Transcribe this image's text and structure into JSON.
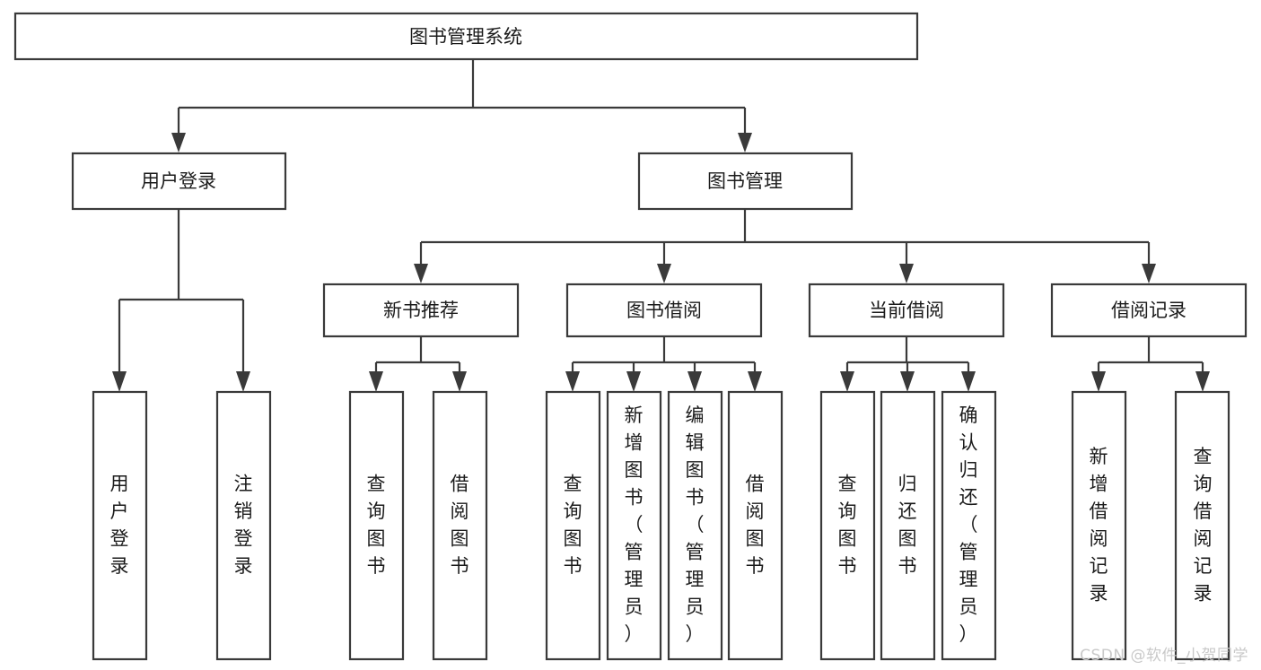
{
  "diagram": {
    "type": "tree-hierarchy-chart",
    "title": "图书管理系统",
    "watermark": "CSDN @软件_小贺同学",
    "colors": {
      "stroke": "#3a3a3a",
      "fill": "#ffffff",
      "text": "#1b1b1b",
      "watermark": "#c9c9c9",
      "background": "#ffffff"
    },
    "levels": [
      {
        "level": 1,
        "nodes": [
          {
            "id": "root",
            "label": "图书管理系统",
            "orientation": "horizontal"
          }
        ]
      },
      {
        "level": 2,
        "nodes": [
          {
            "id": "user-login",
            "label": "用户登录",
            "orientation": "horizontal",
            "parent": "root"
          },
          {
            "id": "book-manage",
            "label": "图书管理",
            "orientation": "horizontal",
            "parent": "root"
          }
        ]
      },
      {
        "level": 3,
        "nodes": [
          {
            "id": "new-book-rec",
            "label": "新书推荐",
            "orientation": "horizontal",
            "parent": "book-manage"
          },
          {
            "id": "book-borrow",
            "label": "图书借阅",
            "orientation": "horizontal",
            "parent": "book-manage"
          },
          {
            "id": "current-borrow",
            "label": "当前借阅",
            "orientation": "horizontal",
            "parent": "book-manage"
          },
          {
            "id": "borrow-record",
            "label": "借阅记录",
            "orientation": "horizontal",
            "parent": "book-manage"
          }
        ]
      },
      {
        "level": 4,
        "nodes": [
          {
            "id": "leaf-user-login",
            "label": "用户登录",
            "orientation": "vertical",
            "parent": "user-login"
          },
          {
            "id": "leaf-logout-login",
            "label": "注销登录",
            "orientation": "vertical",
            "parent": "user-login"
          },
          {
            "id": "leaf-query-book-1",
            "label": "查询图书",
            "orientation": "vertical",
            "parent": "new-book-rec"
          },
          {
            "id": "leaf-borrow-book-1",
            "label": "借阅图书",
            "orientation": "vertical",
            "parent": "new-book-rec"
          },
          {
            "id": "leaf-query-book-2",
            "label": "查询图书",
            "orientation": "vertical",
            "parent": "book-borrow"
          },
          {
            "id": "leaf-add-book",
            "label": "新增图书（管理员）",
            "orientation": "vertical",
            "parent": "book-borrow"
          },
          {
            "id": "leaf-edit-book",
            "label": "编辑图书（管理员）",
            "orientation": "vertical",
            "parent": "book-borrow"
          },
          {
            "id": "leaf-borrow-book-2",
            "label": "借阅图书",
            "orientation": "vertical",
            "parent": "book-borrow"
          },
          {
            "id": "leaf-query-book-3",
            "label": "查询图书",
            "orientation": "vertical",
            "parent": "current-borrow"
          },
          {
            "id": "leaf-return-book",
            "label": "归还图书",
            "orientation": "vertical",
            "parent": "current-borrow"
          },
          {
            "id": "leaf-confirm-return",
            "label": "确认归还（管理员）",
            "orientation": "vertical",
            "parent": "current-borrow"
          },
          {
            "id": "leaf-add-record",
            "label": "新增借阅记录",
            "orientation": "vertical",
            "parent": "borrow-record"
          },
          {
            "id": "leaf-query-record",
            "label": "查询借阅记录",
            "orientation": "vertical",
            "parent": "borrow-record"
          }
        ]
      }
    ]
  }
}
